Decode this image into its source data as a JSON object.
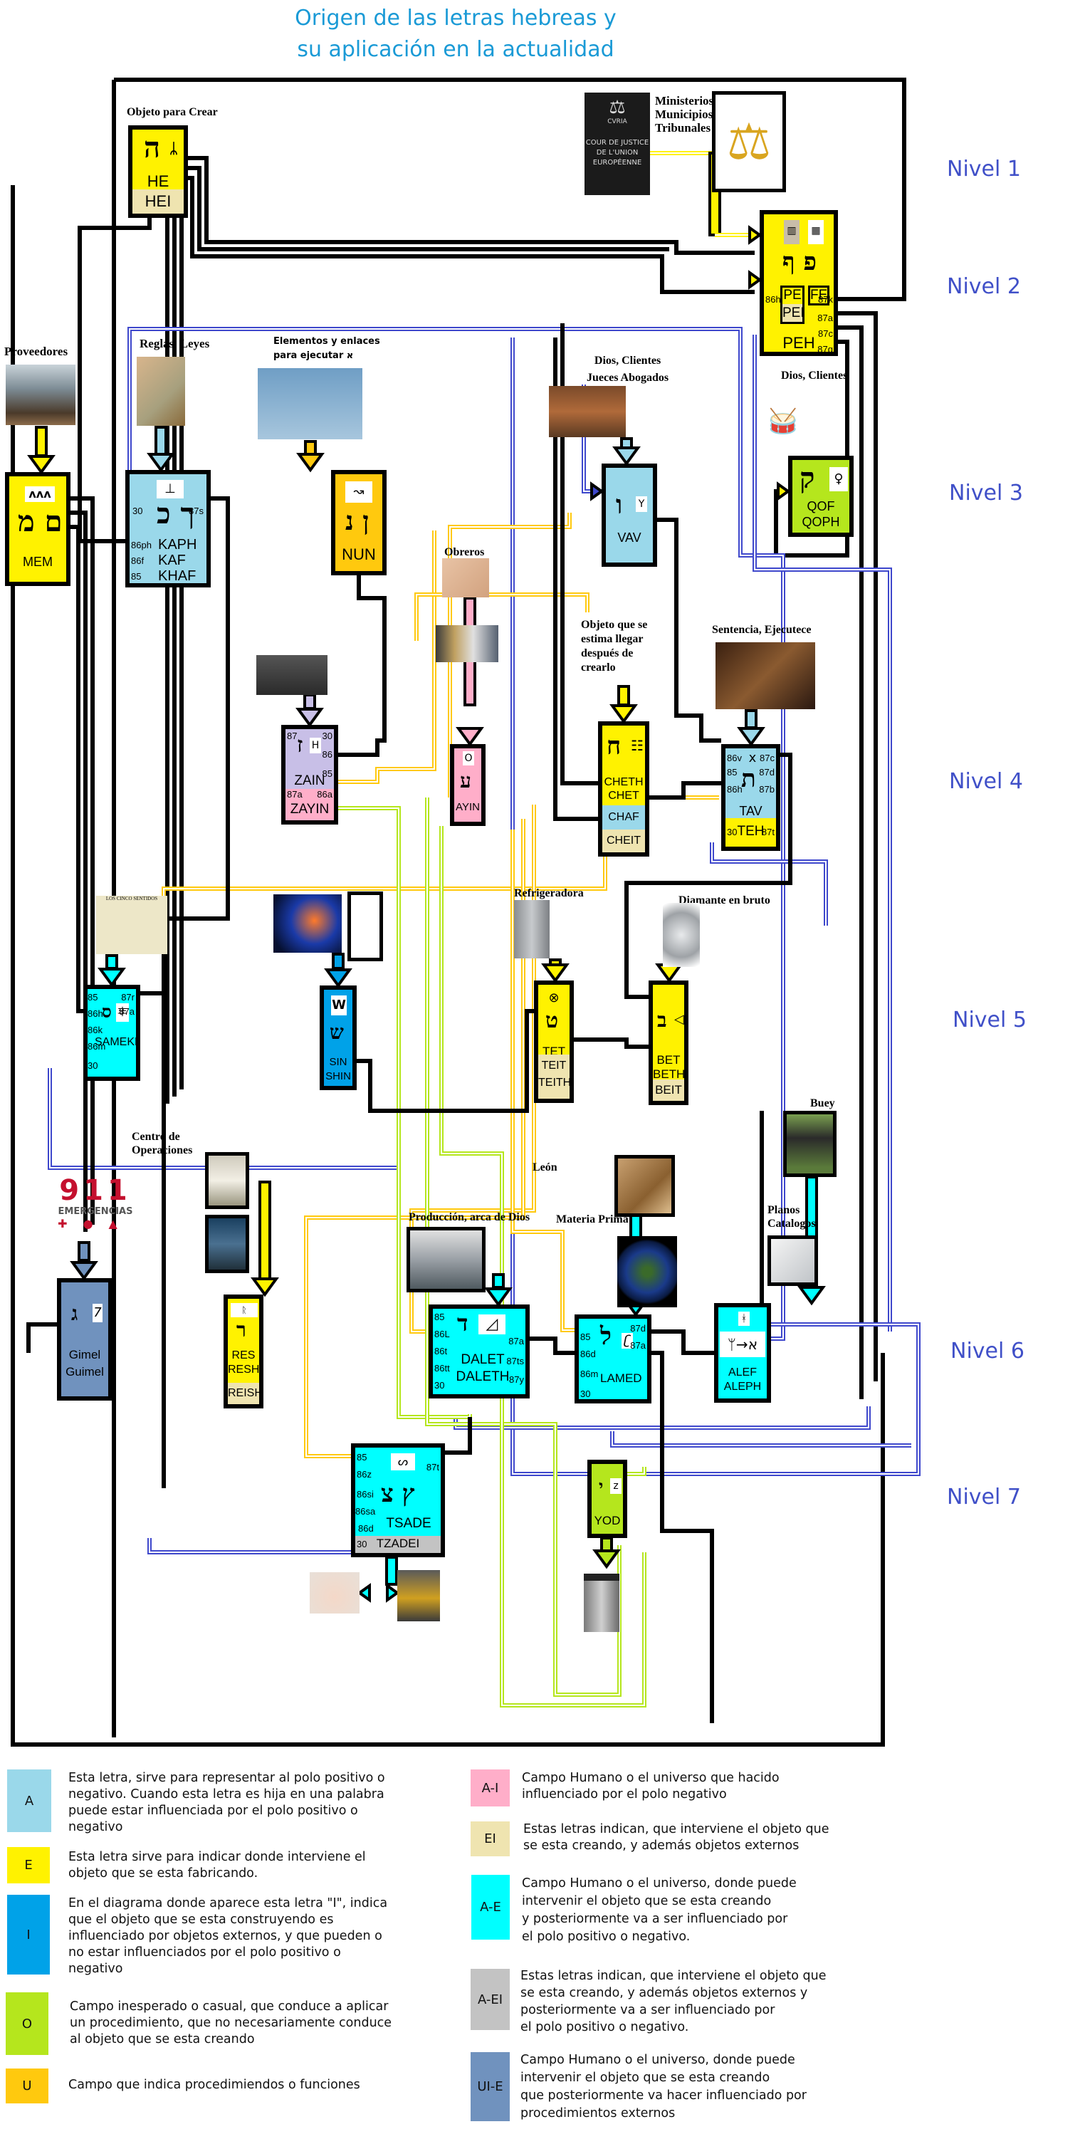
{
  "title": {
    "line1": "Origen de las letras hebreas y",
    "line2": "su aplicación en la actualidad"
  },
  "levels": [
    "Nivel 1",
    "Nivel 2",
    "Nivel 3",
    "Nivel 4",
    "Nivel 5",
    "Nivel 6",
    "Nivel 7"
  ],
  "captions": {
    "objeto_crear": "Objeto para Crear",
    "ministerios": "Ministerios\nMunicipios\nTribunales",
    "proveedores": "Proveedores",
    "reglas": "Reglas, Leyes",
    "elementos": "Elementos y enlaces\npara ejecutar א",
    "dios_clientes_jueces": "Dios, Clientes\nJueces  Abogados",
    "dios_clientes": "Dios, Clientes",
    "obreros": "Obreros",
    "objeto_estima": "Objeto que se\nestima llegar\ndespués de\ncrearlo",
    "sentencia": "Sentencia, Ejecutece",
    "refrigeradora": "Refrigeradora",
    "diamante": "Diamante en bruto",
    "centro_operaciones": "Centro de\nOperaciones",
    "leon": "León",
    "materia_prima": "Materia Prima",
    "produccion": "Producción, arca de Dios",
    "buey": "Buey",
    "planos": "Planos\nCatalogos",
    "cour_text": "COUR DE JUSTICE\nDE L'UNION\nEUROPÉENNE",
    "cvria": "CVRIA",
    "emergencias_num": "911",
    "emergencias_text": "EMERGENCIAS",
    "sentidos": "LOS CINCO SENTIDOS"
  },
  "nodes": {
    "he": {
      "hebrew": "ה",
      "glyph": "ᛦ",
      "names": [
        "HE"
      ],
      "alt": "HEI"
    },
    "peh": {
      "hebrew": "פ ף",
      "names": [
        "PE",
        "FE"
      ],
      "alt": "PEI",
      "name2": "PEH",
      "ports_left": [
        "86h"
      ],
      "ports_right": [
        "87k",
        "87a",
        "87c",
        "87q"
      ]
    },
    "mem": {
      "hebrew": "ם מ",
      "glyph": "ʌʌʌ",
      "names": [
        "MEM"
      ]
    },
    "kaph": {
      "hebrew": "ך כ",
      "glyph": "⊥",
      "names": [
        "KAPH",
        "KAF",
        "KHAF"
      ],
      "ports_left": [
        "30",
        "86ph",
        "86f",
        "85"
      ],
      "ports_right": [
        "87s"
      ]
    },
    "nun": {
      "hebrew": "ן נ",
      "glyph": "↝",
      "names": [
        "NUN"
      ]
    },
    "vav": {
      "hebrew": "ו",
      "glyph": "Y",
      "names": [
        "VAV"
      ]
    },
    "qof": {
      "hebrew": "ק",
      "glyph": "♀",
      "names": [
        "QOF",
        "QOPH"
      ]
    },
    "zain": {
      "hebrew": "ז",
      "glyph": "H",
      "names": [
        "ZAIN"
      ],
      "alt": "ZAYIN",
      "ports_left": [
        "87",
        "87a"
      ],
      "ports_right": [
        "30",
        "86",
        "85",
        "86a"
      ]
    },
    "ayin": {
      "hebrew": "ע",
      "glyph": "O",
      "names": [
        "AYIN"
      ]
    },
    "cheth": {
      "hebrew": "ח",
      "glyph": "☷",
      "names": [
        "CHETH",
        "CHET"
      ],
      "alt": "CHAF",
      "alt2": "CHEIT"
    },
    "tav": {
      "hebrew": "ת",
      "glyph": "x",
      "names": [
        "TAV"
      ],
      "alt": "TEH",
      "ports_left": [
        "86v",
        "85",
        "86h",
        "30"
      ],
      "ports_right": [
        "87c",
        "87d",
        "87b",
        "87t"
      ]
    },
    "samekh": {
      "hebrew": "ס",
      "glyph": "丰",
      "names": [
        "SAMEKH"
      ],
      "ports_left": [
        "85",
        "86h",
        "86k",
        "86m",
        "30"
      ],
      "ports_right": [
        "87r",
        "87a"
      ]
    },
    "sin": {
      "hebrew": "ש",
      "glyph": "W",
      "names": [
        "SIN",
        "SHIN"
      ]
    },
    "tet": {
      "hebrew": "ט",
      "glyph": "⊗",
      "names": [
        "TET"
      ],
      "alt": "TEIT",
      "alt2": "TEITH"
    },
    "bet": {
      "hebrew": "ב",
      "glyph": "◁",
      "names": [
        "BET",
        "BETH"
      ],
      "alt": "BEIT"
    },
    "gimel": {
      "hebrew": "ג",
      "glyph": "7",
      "names": [
        "Gimel",
        "Guimel"
      ]
    },
    "resh": {
      "hebrew": "ר",
      "glyph": "ᚱ",
      "names": [
        "RES",
        "RESH"
      ],
      "alt": "REISH"
    },
    "dalet": {
      "hebrew": "ד",
      "glyph": "◿",
      "names": [
        "DALET",
        "DALETH"
      ],
      "ports_left": [
        "85",
        "86L",
        "86t",
        "86tt",
        "30"
      ],
      "ports_right": [
        "87a",
        "87ts",
        "87y"
      ]
    },
    "lamed": {
      "hebrew": "ל",
      "glyph": "ʗ",
      "names": [
        "LAMED"
      ],
      "ports_left": [
        "85",
        "86d",
        "86m",
        "30"
      ],
      "ports_right": [
        "87d",
        "87a"
      ]
    },
    "alef": {
      "hebrew": "א",
      "glyph": "ᚼ",
      "pictograph": "ᛘ→א",
      "names": [
        "ALEF",
        "ALEPH"
      ]
    },
    "tsade": {
      "hebrew": "ץ צ",
      "glyph": "ᔕ",
      "names": [
        "TSADE"
      ],
      "alt": "TZADEI",
      "ports_left": [
        "85",
        "86z",
        "86si",
        "86sa",
        "86d",
        "30"
      ],
      "ports_right": [
        "87t"
      ]
    },
    "yod": {
      "hebrew": "י",
      "glyph": "z",
      "names": [
        "YOD"
      ]
    }
  },
  "legend": [
    {
      "code": "A",
      "color": "#9ad8ea",
      "text": "Esta letra, sirve para representar al polo positivo o\nnegativo. Cuando esta letra es  hija en una palabra\npuede estar influenciada por el polo positivo o\nnegativo"
    },
    {
      "code": "E",
      "color": "#fff200",
      "text": "Esta letra sirve para indicar donde interviene el\nobjeto que se esta fabricando."
    },
    {
      "code": "I",
      "color": "#00a2e8",
      "text": "En el diagrama donde aparece esta letra \"I\", indica\nque el objeto que se esta construyendo es\ninfluenciado por objetos externos, y que pueden o\nno estar influenciados por el polo positivo o\nnegativo"
    },
    {
      "code": "O",
      "color": "#b5e61d",
      "text": "Campo inesperado o casual, que conduce  a aplicar\nun  procedimiento, que no necesariamente conduce\nal objeto que se esta creando"
    },
    {
      "code": "U",
      "color": "#ffc90e",
      "text": "Campo que indica procedimiendos o funciones"
    },
    {
      "code": "A-I",
      "color": "#ffaec9",
      "text": "Campo Humano o el universo que hacido\n influenciado por el polo negativo"
    },
    {
      "code": "EI",
      "color": "#efe4b0",
      "text": "Estas letras indican, que interviene el objeto que\nse esta creando, y además objetos externos"
    },
    {
      "code": "A-E",
      "color": "#00ffff",
      "text": "Campo Humano o el universo, donde puede\nintervenir el objeto que se esta creando\ny posteriormente va a ser influenciado por\nel polo positivo o negativo."
    },
    {
      "code": "A-EI",
      "color": "#c3c3c3",
      "text": "Estas letras indican, que interviene el objeto que\nse esta creando, y además objetos externos  y\nposteriormente va a ser influenciado por\nel polo positivo o negativo."
    },
    {
      "code": "UI-E",
      "color": "#7092be",
      "text": "Campo Humano o el universo, donde puede\nintervenir el objeto que se esta creando\nque posteriormente va hacer influenciado por\nprocedimientos externos"
    }
  ],
  "colors": {
    "yellow": "#fff200",
    "light_blue": "#9ad8ea",
    "blue": "#00a2e8",
    "green": "#b5e61d",
    "orange": "#ffc90e",
    "pink": "#ffaec9",
    "tan": "#efe4b0",
    "cyan": "#00ffff",
    "gray": "#c3c3c3",
    "steel": "#7092be",
    "lavender": "#c8bfe7",
    "wire_blue": "#3f48cc",
    "title": "#1a9ad6",
    "level": "#4050c8"
  }
}
